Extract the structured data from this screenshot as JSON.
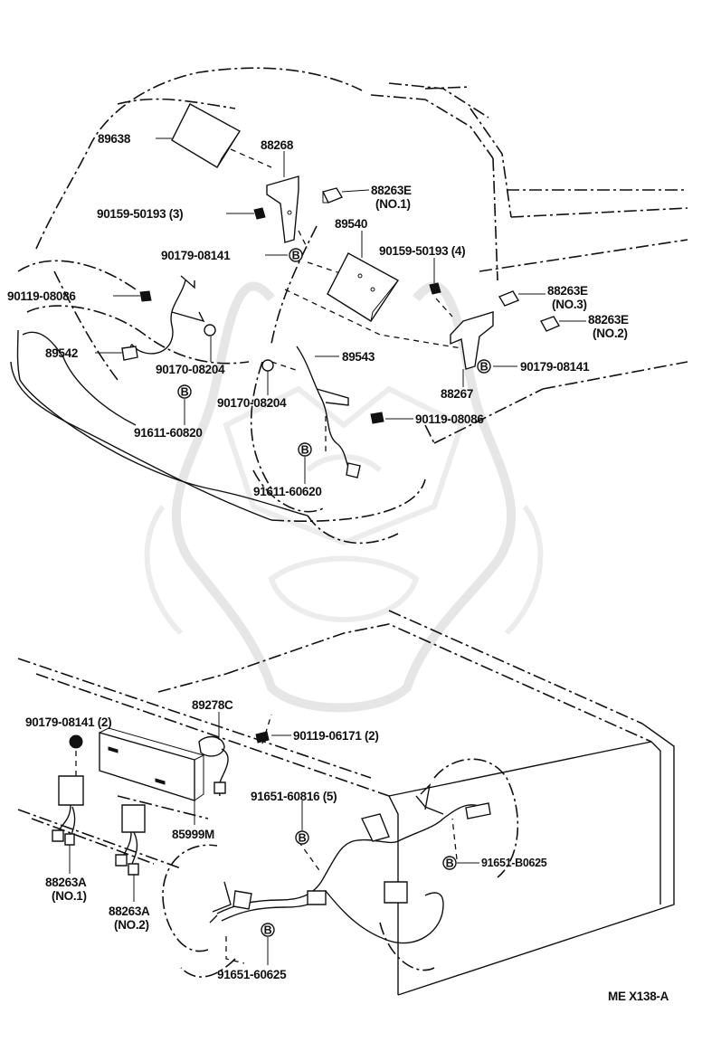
{
  "diagram": {
    "upper_labels": {
      "p89638": "89638",
      "p88268": "88268",
      "p90159_3": "90159-50193 (3)",
      "p88263E_no1_code": "88263E",
      "p88263E_no1_sub": "(NO.1)",
      "p89540": "89540",
      "p90179_a": "90179-08141",
      "p90159_4": "90159-50193 (4)",
      "p90119_a": "90119-08086",
      "p88263E_no3_code": "88263E",
      "p88263E_no3_sub": "(NO.3)",
      "p88263E_no2_code": "88263E",
      "p88263E_no2_sub": "(NO.2)",
      "p89542": "89542",
      "p89543": "89543",
      "p90170_a": "90170-08204",
      "p90179_b": "90179-08141",
      "p90170_b": "90170-08204",
      "p88267": "88267",
      "p90119_b": "90119-08086",
      "p91611_a": "91611-60820",
      "p91611_b": "91611-60620"
    },
    "lower_labels": {
      "p89278C": "89278C",
      "p90179_c": "90179-08141 (2)",
      "p90119_c": "90119-06171 (2)",
      "p91651_5": "91651-60816 (5)",
      "p85999M": "85999M",
      "p91651_b": "91651-B0625",
      "p88263A_no1_code": "88263A",
      "p88263A_no1_sub": "(NO.1)",
      "p88263A_no2_code": "88263A",
      "p88263A_no2_sub": "(NO.2)",
      "p91651_c": "91651-60625"
    },
    "bolt_symbol": "B",
    "reference": "ME X138-A"
  }
}
